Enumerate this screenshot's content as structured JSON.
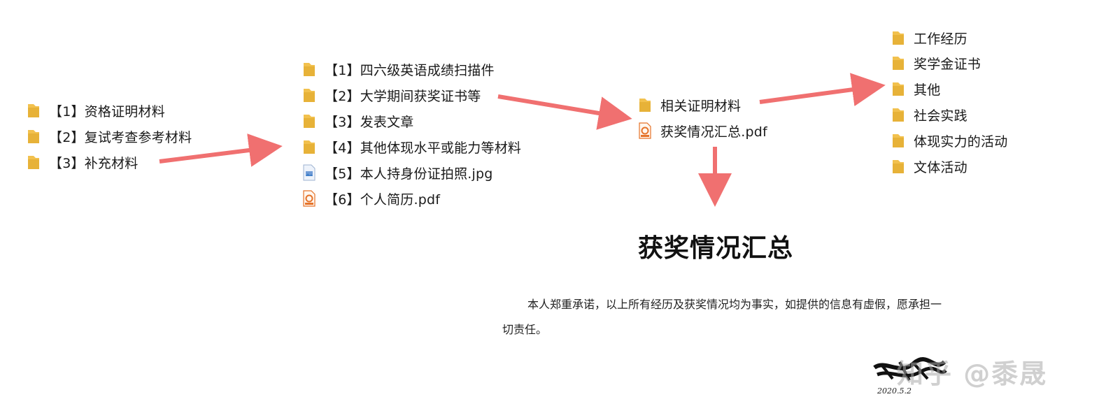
{
  "colors": {
    "folder": "#f2c14e",
    "folder_dark": "#e0a92a",
    "arrow": "#f07070",
    "pdf": "#e5732a"
  },
  "column1": {
    "items": [
      {
        "label": "【1】资格证明材料",
        "icon": "folder-icon"
      },
      {
        "label": "【2】复试考查参考材料",
        "icon": "folder-icon"
      },
      {
        "label": "【3】补充材料",
        "icon": "folder-icon"
      }
    ]
  },
  "column2": {
    "items": [
      {
        "label": "【1】四六级英语成绩扫描件",
        "icon": "folder-icon"
      },
      {
        "label": "【2】大学期间获奖证书等",
        "icon": "folder-icon"
      },
      {
        "label": "【3】发表文章",
        "icon": "folder-icon"
      },
      {
        "label": "【4】其他体现水平或能力等材料",
        "icon": "folder-icon"
      },
      {
        "label": "【5】本人持身份证拍照.jpg",
        "icon": "image-file-icon"
      },
      {
        "label": "【6】个人简历.pdf",
        "icon": "pdf-file-icon"
      }
    ]
  },
  "column3": {
    "items": [
      {
        "label": "相关证明材料",
        "icon": "folder-icon"
      },
      {
        "label": "获奖情况汇总.pdf",
        "icon": "pdf-file-icon"
      }
    ]
  },
  "column4": {
    "items": [
      {
        "label": "工作经历",
        "icon": "folder-icon"
      },
      {
        "label": "奖学金证书",
        "icon": "folder-icon"
      },
      {
        "label": "其他",
        "icon": "folder-icon"
      },
      {
        "label": "社会实践",
        "icon": "folder-icon"
      },
      {
        "label": "体现实力的活动",
        "icon": "folder-icon"
      },
      {
        "label": "文体活动",
        "icon": "folder-icon"
      }
    ]
  },
  "document": {
    "title": "获奖情况汇总",
    "pledge": "本人郑重承诺，以上所有经历及获奖情况均为事实，如提供的信息有虚假，愿承担一切责任。",
    "date": "2020.5.2",
    "watermark": "知乎 @黍晟"
  }
}
